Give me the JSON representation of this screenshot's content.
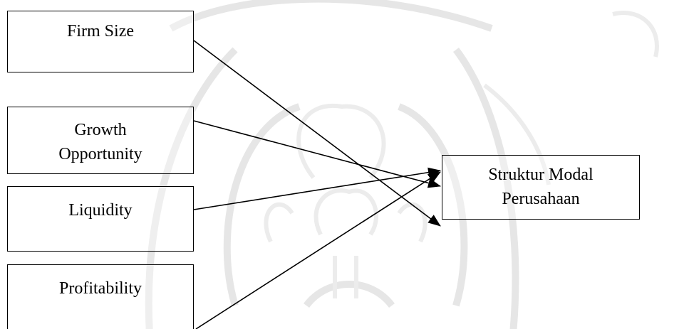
{
  "diagram": {
    "nodes": {
      "firm_size": {
        "label": "Firm Size"
      },
      "growth_opportunity": {
        "label": "Growth\nOpportunity"
      },
      "liquidity": {
        "label": "Liquidity"
      },
      "profitability": {
        "label": "Profitability"
      },
      "struktur_modal": {
        "label": "Struktur Modal\nPerusahaan"
      }
    },
    "edges": [
      {
        "from": "firm_size",
        "to": "struktur_modal"
      },
      {
        "from": "growth_opportunity",
        "to": "struktur_modal"
      },
      {
        "from": "liquidity",
        "to": "struktur_modal"
      },
      {
        "from": "profitability",
        "to": "struktur_modal"
      }
    ],
    "colors": {
      "stroke": "#000000",
      "watermark": "#e6e6e6"
    }
  }
}
